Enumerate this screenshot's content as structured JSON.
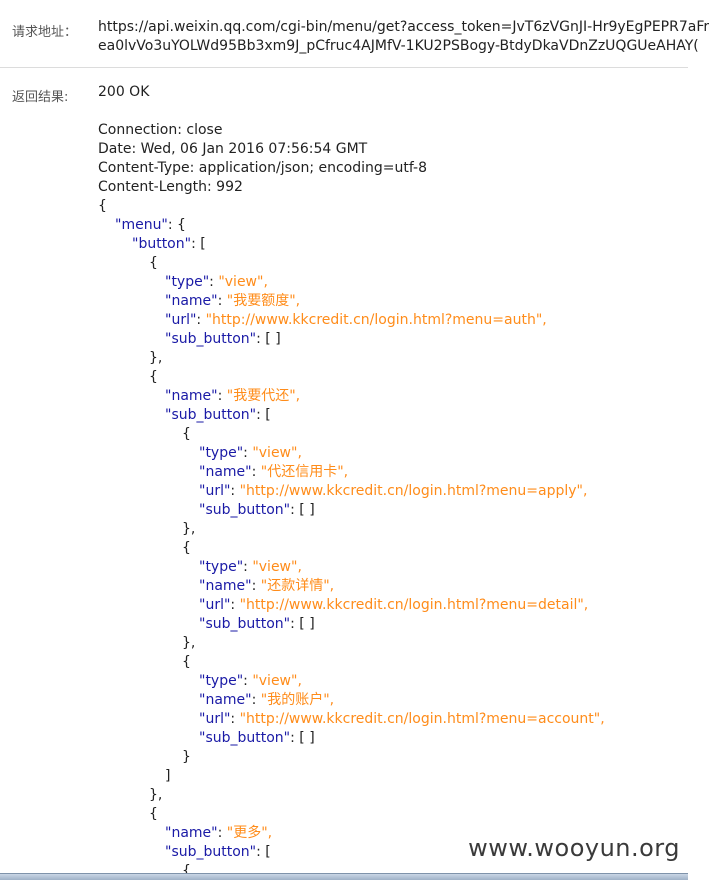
{
  "request": {
    "label": "请求地址：",
    "url_line1": "https://api.weixin.qq.com/cgi-bin/menu/get?access_token=JvT6zVGnJI-Hr9yEgPEPR7aFr",
    "url_line2": "ea0lvVo3uYOLWd95Bb3xm9J_pCfruc4AJMfV-1KU2PSBogy-BtdyDkaVDnZzUQGUeAHAY("
  },
  "result": {
    "label": "返回结果:",
    "status": "200 OK",
    "headers": [
      "Connection: close",
      "Date: Wed, 06 Jan 2016 07:56:54 GMT",
      "Content-Type: application/json; encoding=utf-8",
      "Content-Length: 992"
    ]
  },
  "json": {
    "k_menu": "\"menu\"",
    "k_button": "\"button\"",
    "k_type": "\"type\"",
    "k_name": "\"name\"",
    "k_url": "\"url\"",
    "k_sub_button": "\"sub_button\"",
    "v_view": "\"view\"",
    "b1_name": "\"我要额度\"",
    "b1_url": "\"http://www.kkcredit.cn/login.html?menu=auth\"",
    "b2_name": "\"我要代还\"",
    "s1_name": "\"代还信用卡\"",
    "s1_url": "\"http://www.kkcredit.cn/login.html?menu=apply\"",
    "s2_name": "\"还款详情\"",
    "s2_url": "\"http://www.kkcredit.cn/login.html?menu=detail\"",
    "s3_name": "\"我的账户\"",
    "s3_url": "\"http://www.kkcredit.cn/login.html?menu=account\"",
    "b3_name": "\"更多\"",
    "empty_arr": "[ ]"
  },
  "watermark": "www.wooyun.org",
  "colors": {
    "key": "#1a1aa6",
    "string": "#ff8c1a"
  }
}
